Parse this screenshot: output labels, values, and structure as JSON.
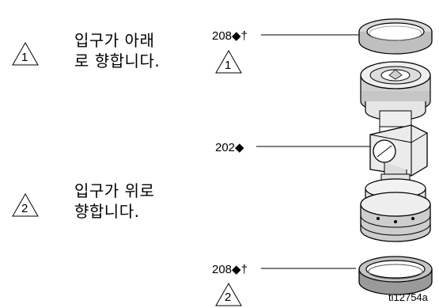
{
  "notes": [
    {
      "marker": "1",
      "lines": [
        "입구가 아래",
        "로 향합니다."
      ]
    },
    {
      "marker": "2",
      "lines": [
        "입구가 위로",
        "향합니다."
      ]
    }
  ],
  "callouts": {
    "top": {
      "label": "208◆†",
      "marker": "1"
    },
    "middle": {
      "label": "202◆"
    },
    "bottom": {
      "label": "208◆†",
      "marker": "2"
    }
  },
  "figure_id": "ti12754a"
}
